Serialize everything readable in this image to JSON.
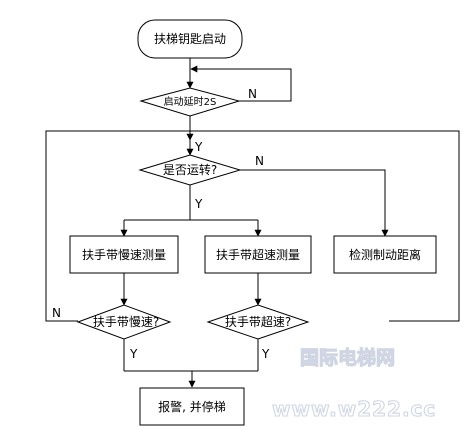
{
  "nodes": {
    "start": "扶梯钥匙启动",
    "delay": "启动延时2S",
    "running": "是否运转?",
    "slow_measure": "扶手带慢速测量",
    "fast_measure": "扶手带超速测量",
    "brake_measure": "检测制动距离",
    "slow_check": "扶手带慢速?",
    "fast_check": "扶手带超速?",
    "alarm": "报警, 并停梯"
  },
  "branch_labels": {
    "delay_no": "N",
    "loop_yes": "Y",
    "running_no": "N",
    "running_yes": "Y",
    "slow_no": "N",
    "slow_yes": "Y",
    "fast_yes": "Y"
  },
  "watermark": {
    "line1": "国际电梯网",
    "line2": "www.w222.cc"
  }
}
